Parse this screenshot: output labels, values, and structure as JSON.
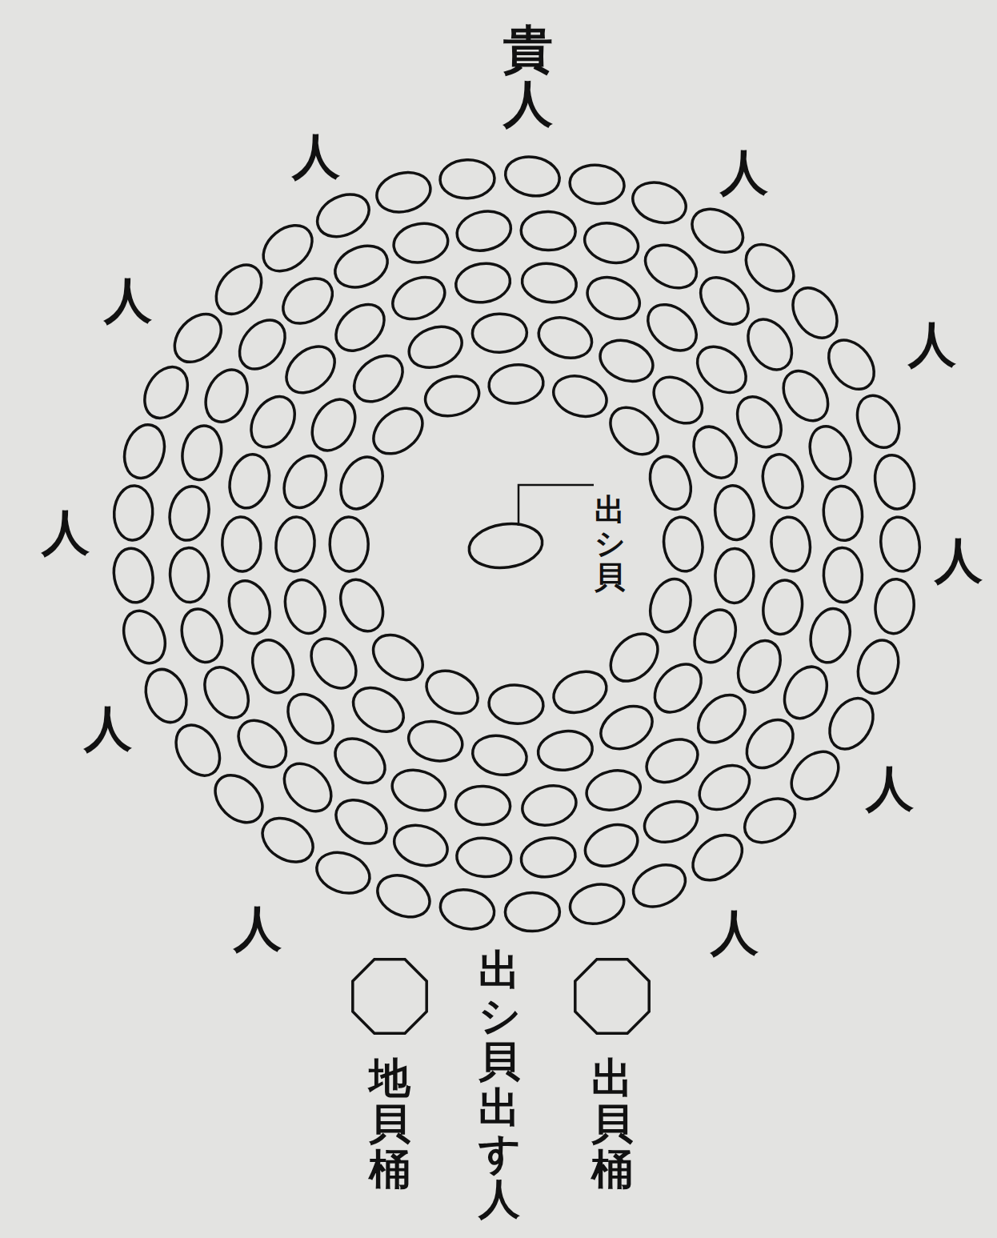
{
  "diagram": {
    "labels": [
      "貴人",
      "人",
      "人",
      "人",
      "人",
      "人",
      "人",
      "人",
      "人",
      "人",
      "人",
      "出シ貝",
      "地貝桶",
      "出シ貝出す人",
      "出貝桶"
    ]
  }
}
